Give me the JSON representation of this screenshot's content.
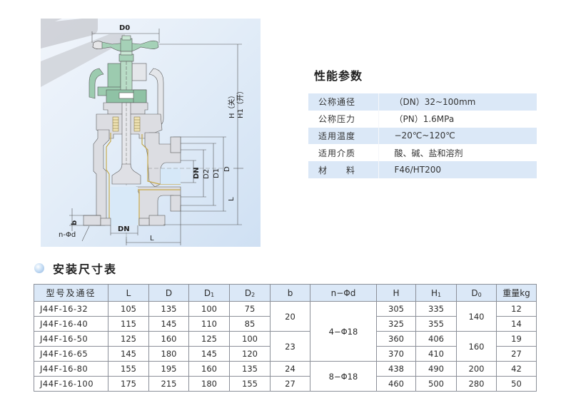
{
  "diagram": {
    "labels": {
      "handwheel_diameter": "D0",
      "height_closed": "H（关）",
      "height_open": "H1（开）",
      "nominal_bore_side": "DN",
      "d2": "D2",
      "d1": "D1",
      "d": "D",
      "length_side": "L",
      "flange_thickness": "b",
      "bolt_holes": "n-Φd",
      "nominal_bore_bottom": "DN",
      "length_bottom": "L"
    },
    "colors": {
      "handwheel_green": "#9fcfb2",
      "body_gray": "#d9dbe0",
      "liner_tan": "#e8d9a6",
      "background_blue": "#d9e7f6"
    }
  },
  "spec": {
    "title": "性能参数",
    "rows": [
      {
        "label": "公称通径",
        "value": "（DN）32~100mm"
      },
      {
        "label": "公称压力",
        "value": "（PN）1.6MPa"
      },
      {
        "label": "适用温度",
        "value": "−20℃~120℃"
      },
      {
        "label": "适用介质",
        "value": "酸、碱、盐和溶剂"
      },
      {
        "label": "材　　料",
        "value": "F46/HT200"
      }
    ]
  },
  "dims": {
    "heading": "安装尺寸表",
    "headers": {
      "model": "型号及通径",
      "L": "L",
      "D": "D",
      "D1": "D",
      "D1_sub": "1",
      "D2": "D",
      "D2_sub": "2",
      "b": "b",
      "nd": "n−Φd",
      "H": "H",
      "H1": "H",
      "H1_sub": "1",
      "D0": "D",
      "D0_sub": "0",
      "weight": "重量kg"
    },
    "rows": [
      {
        "model": "J44F-16-32",
        "L": "105",
        "D": "135",
        "D1": "100",
        "D2": "75",
        "H": "305",
        "H1": "335",
        "weight": "12"
      },
      {
        "model": "J44F-16-40",
        "L": "115",
        "D": "145",
        "D1": "110",
        "D2": "85",
        "H": "325",
        "H1": "355",
        "weight": "14"
      },
      {
        "model": "J44F-16-50",
        "L": "125",
        "D": "160",
        "D1": "125",
        "D2": "100",
        "H": "360",
        "H1": "406",
        "weight": "19"
      },
      {
        "model": "J44F-16-65",
        "L": "145",
        "D": "180",
        "D1": "145",
        "D2": "120",
        "H": "370",
        "H1": "410",
        "weight": "27"
      },
      {
        "model": "J44F-16-80",
        "L": "155",
        "D": "195",
        "D1": "160",
        "D2": "135",
        "H": "438",
        "H1": "490",
        "weight": "42"
      },
      {
        "model": "J44F-16-100",
        "L": "175",
        "D": "215",
        "D1": "180",
        "D2": "155",
        "H": "460",
        "H1": "500",
        "weight": "50"
      }
    ],
    "merged": {
      "b": [
        "20",
        "23",
        "24",
        "27"
      ],
      "nd": [
        "4−Φ18",
        "8−Φ18"
      ],
      "D0": [
        "140",
        "160",
        "200",
        "280"
      ]
    }
  }
}
